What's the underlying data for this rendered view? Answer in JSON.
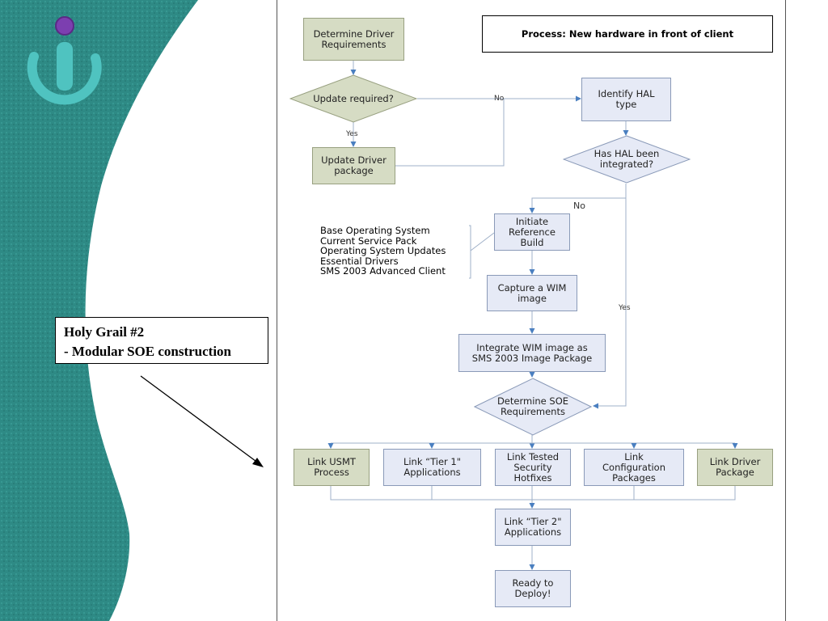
{
  "slide": {
    "title_line1": "Holy Grail #2",
    "title_line2": "- Modular SOE construction"
  },
  "diagram": {
    "header": "Process: New hardware in front of client",
    "nodes": {
      "determine_driver": "Determine Driver\nRequirements",
      "update_required": "Update required?",
      "update_driver": "Update Driver\npackage",
      "identify_hal": "Identify HAL\ntype",
      "has_hal": "Has HAL been\nintegrated?",
      "initiate_build": "Initiate\nReference\nBuild",
      "capture_wim": "Capture a WIM\nimage",
      "integrate_wim": "Integrate WIM image as\nSMS 2003 Image Package",
      "determine_soe": "Determine SOE\nRequirements",
      "link_usmt": "Link USMT\nProcess",
      "link_tier1": "Link “Tier 1\"\nApplications",
      "link_security": "Link Tested\nSecurity\nHotfixes",
      "link_config": "Link\nConfiguration\nPackages",
      "link_driver": "Link Driver\nPackage",
      "link_tier2": "Link “Tier 2\"\nApplications",
      "ready": "Ready to\nDeploy!"
    },
    "edge_labels": {
      "no_1": "No",
      "yes_1": "Yes",
      "no_2": "No",
      "yes_2": "Yes"
    },
    "inputs": [
      "Base Operating System",
      "Current Service Pack",
      "Operating System Updates",
      "Essential Drivers",
      "SMS 2003 Advanced Client"
    ]
  },
  "colors": {
    "teal": "#2f8f8a",
    "node_blue": "#e6eaf6",
    "node_tan": "#d6dcc4",
    "connector": "#4a7fc0"
  }
}
